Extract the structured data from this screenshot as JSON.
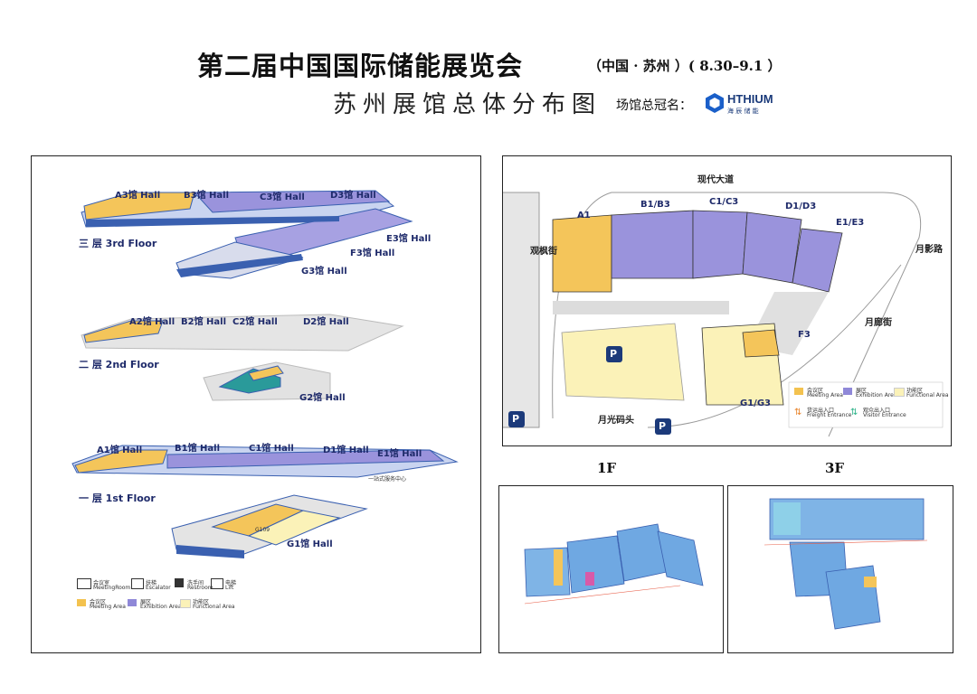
{
  "header": {
    "title": "第二届中国国际储能展览会",
    "title_suffix": "（中国 · 苏州 ）( 8.30–9.1 ）",
    "subtitle": "苏州展馆总体分布图",
    "sponsor_label": "场馆总冠名：",
    "sponsor_logo_text": "HTHIUM",
    "sponsor_logo_sub": "海 辰 储 能"
  },
  "floors_panel": {
    "floor3": {
      "label": "三 层  3rd Floor",
      "halls": [
        "A3馆 Hall",
        "B3馆 Hall",
        "C3馆 Hall",
        "D3馆 Hall",
        "E3馆 Hall",
        "F3馆 Hall",
        "G3馆 Hall"
      ]
    },
    "floor2": {
      "label": "二 层  2nd Floor",
      "halls": [
        "A2馆 Hall",
        "B2馆 Hall",
        "C2馆 Hall",
        "D2馆 Hall",
        "G2馆 Hall"
      ]
    },
    "floor1": {
      "label": "一 层  1st Floor",
      "halls": [
        "A1馆 Hall",
        "B1馆 Hall",
        "C1馆 Hall",
        "D1馆 Hall",
        "E1馆 Hall",
        "G1馆 Hall"
      ],
      "service_center": "一站式服务中心",
      "g_inner": "G109"
    },
    "legend": [
      {
        "label": "会议室",
        "sub": "MeetingRoom",
        "icon": "meeting-room-icon"
      },
      {
        "label": "扶梯",
        "sub": "Escalator",
        "icon": "escalator-icon"
      },
      {
        "label": "洗手间",
        "sub": "Restroom",
        "icon": "restroom-icon"
      },
      {
        "label": "电梯",
        "sub": "Lift",
        "icon": "lift-icon"
      }
    ],
    "legend_areas": [
      {
        "label": "会议区",
        "sub": "Meeting Area",
        "color": "#f3c24f"
      },
      {
        "label": "展区",
        "sub": "Exhibition Area",
        "color": "#8f88d8"
      },
      {
        "label": "功能区",
        "sub": "Functional Area",
        "color": "#fbf2b8"
      }
    ]
  },
  "site_map": {
    "top_road": "现代大道",
    "left_road": "观枫街",
    "right_road_top": "月影路",
    "right_road_mid": "月廊街",
    "bottom_place": "月光码头",
    "halls": [
      "A1",
      "B1/B3",
      "C1/C3",
      "D1/D3",
      "E1/E3",
      "F3",
      "G1/G3"
    ],
    "legend": [
      {
        "label": "会议区",
        "sub": "Meeting Area",
        "color": "#f3c24f"
      },
      {
        "label": "展区",
        "sub": "Exhibition Area",
        "color": "#8f88d8"
      },
      {
        "label": "功能区",
        "sub": "Functional Area",
        "color": "#fbf2b8"
      },
      {
        "label": "货运出入口",
        "sub": "Freight Entrance",
        "color": "#e8842c"
      },
      {
        "label": "观众出入口",
        "sub": "Visitor Entrance",
        "color": "#2fb38a"
      }
    ],
    "parking": "P"
  },
  "plans": {
    "first_floor_label": "1F",
    "third_floor_label": "3F"
  }
}
